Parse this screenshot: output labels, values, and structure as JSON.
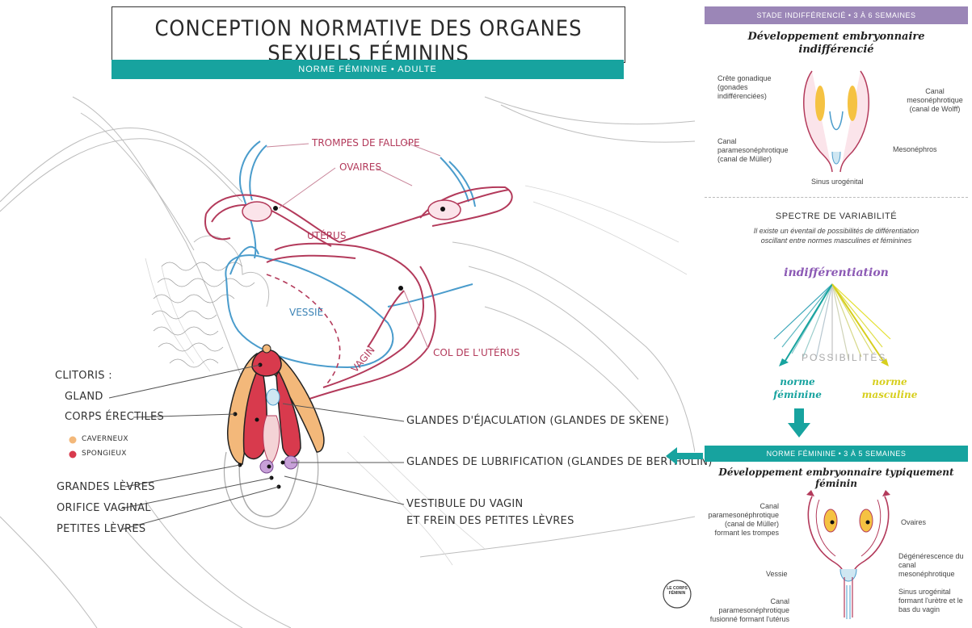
{
  "main": {
    "title": "CONCEPTION NORMATIVE DES ORGANES SEXUELS FÉMININS",
    "subtitle": "NORME FÉMININE • ADULTE",
    "organs": {
      "trompes": "TROMPES DE FALLOPE",
      "ovaires": "OVAIRES",
      "uterus": "UTÉRUS",
      "vessie": "VESSIE",
      "col": "COL DE L'UTÉRUS",
      "vagin": "VAGIN"
    },
    "clitoris": {
      "heading": "CLITORIS :",
      "gland": "GLAND",
      "corps": "CORPS ÉRECTILES",
      "caverneux": "CAVERNEUX",
      "spongieux": "SPONGIEUX"
    },
    "left_labels": [
      "GRANDES LÈVRES",
      "ORIFICE VAGINAL",
      "PETITES LÈVRES"
    ],
    "right_labels": {
      "skene": "GLANDES D'ÉJACULATION (GLANDES DE SKENE)",
      "bartholin": "GLANDES DE LUBRIFICATION (GLANDES DE BERTHOLIN)",
      "vestibule_1": "VESTIBULE DU VAGIN",
      "vestibule_2": "ET FREIN DES PETITES LÈVRES"
    },
    "logo": "LE CORPS FÉMININ"
  },
  "side": {
    "stage1_bar": "STADE INDIFFÉRENCIÉ • 3 À 6 SEMAINES",
    "stage1_title_1": "Développement embryonnaire",
    "stage1_title_2": "indifférencié",
    "stage1_labels": {
      "crete": "Crête gonadique (gonades indifférenciées)",
      "canal_meso": "Canal mesonéphrotique (canal de Wolff)",
      "canal_para": "Canal paramesonéphrotique (canal de Müller)",
      "mesonephros": "Mesonéphros",
      "sinus": "Sinus urogénital"
    },
    "spectre_title": "SPECTRE DE VARIABILITÉ",
    "spectre_text_1": "Il existe un éventail de possibilités de différentiation",
    "spectre_text_2": "oscillant entre normes masculines et féminines",
    "indiff": "indifférentiation",
    "possibilites": "POSSIBILITÉS",
    "norme_fem_1": "norme",
    "norme_fem_2": "féminine",
    "norme_masc_1": "norme",
    "norme_masc_2": "masculine",
    "stage2_bar": "NORME FÉMININE • 3 À 5 SEMAINES",
    "stage2_title": "Développement embryonnaire typiquement féminin",
    "stage2_labels": {
      "canal_para": "Canal paramesonéphrotique (canal de Müller) formant les trompes",
      "ovaires": "Ovaires",
      "degen": "Dégénérescence du canal mesonéphrotique",
      "vessie": "Vessie",
      "sinus": "Sinus urogénital formant l'urètre et le bas du vagin",
      "canal_fus": "Canal paramesonéphrotique fusionné formant l'utérus"
    }
  },
  "colors": {
    "teal": "#17a39f",
    "purple": "#9b86b7",
    "pink": "#b33a5b",
    "blue": "#3d84b6",
    "peach": "#f3b87a",
    "red": "#d83a4d"
  }
}
